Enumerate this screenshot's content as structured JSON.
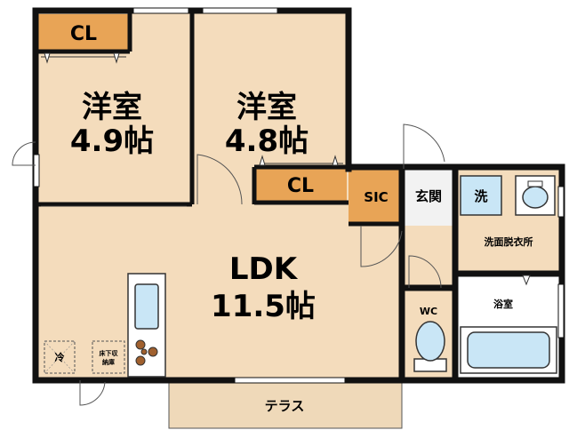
{
  "colors": {
    "floor": "#f4dcbc",
    "closet": "#e8a456",
    "wall": "#111111",
    "terrace": "#efd9b9",
    "tile": "#f2f2f2",
    "fixture": "#c9e6f6",
    "stove": "#a0602e"
  },
  "rooms": {
    "bedroom_left": {
      "name": "洋室",
      "size": "4.9帖"
    },
    "bedroom_right": {
      "name": "洋室",
      "size": "4.8帖"
    },
    "closet_left": {
      "label": "CL"
    },
    "closet_right": {
      "label": "CL"
    },
    "sic": {
      "label": "SIC"
    },
    "entrance": {
      "label": "玄関"
    },
    "ldk": {
      "name": "LDK",
      "size": "11.5帖"
    },
    "washroom": {
      "label": "洗面脱衣所",
      "washer": "洗"
    },
    "bath": {
      "label": "浴室"
    },
    "wc": {
      "label": "WC"
    },
    "fridge": {
      "label": "冷"
    },
    "storage": {
      "line1": "床下収",
      "line2": "納庫"
    },
    "terrace": {
      "label": "テラス"
    }
  }
}
